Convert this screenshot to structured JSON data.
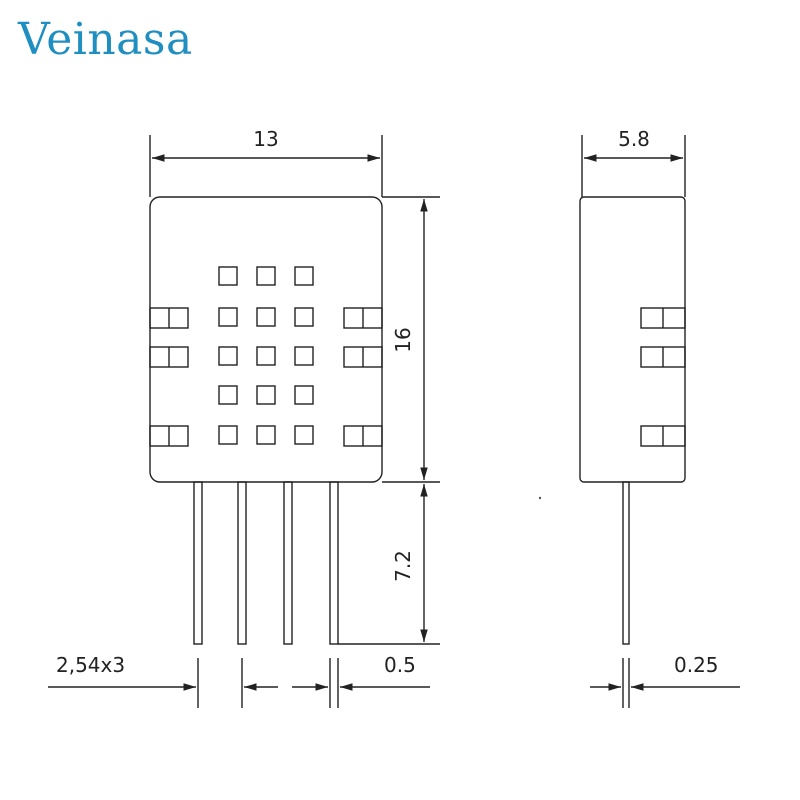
{
  "brand": {
    "name": "Veinasa",
    "color": "#1f8fc1"
  },
  "front_view": {
    "width_label": "13",
    "height_label": "16",
    "pin_length_label": "7.2",
    "pin_pitch_label": "2,54x3",
    "pin_width_label": "0.5"
  },
  "side_view": {
    "depth_label": "5.8",
    "pin_thickness_label": "0.25"
  },
  "colors": {
    "line": "#222222"
  }
}
